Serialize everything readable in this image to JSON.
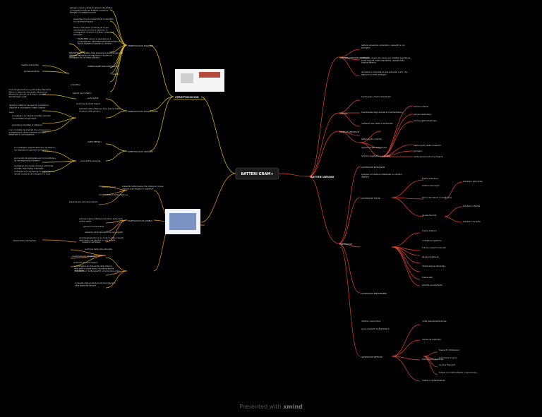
{
  "center": "BATTERI GRAM+",
  "footer": {
    "prefix": "Presented with",
    "brand": "xmind"
  },
  "colors": {
    "strep": "#e9c21c",
    "staph": "#f09a1f",
    "bacilli": "#e8452c",
    "node_bg": "#1b1b1b"
  },
  "branches": {
    "streptococchi": "STREPTOCOCCHI",
    "streptococchi_piogenici": "STREPTOCOCCHI PIOGENICI",
    "streptococchi_ooagalattiae": "STREPTOCOCCHI OOAGALATTIAE",
    "streptococchi_viridanti": "STREPTOCOCCHI VIRIDANTI",
    "staphilococchi": "STAPHILOCOCCHI",
    "staph_aureus": "STAPHILOCOCCUS AUREUS",
    "batteri_aerobi": "BATTERI AEROBI",
    "corynebacterium": "CORYNEBACTERIUM DIPHTERIAE",
    "listeria": "LISTERIA",
    "bacillus": "BACILLUS ANTHRACIS",
    "clostridium": "CLOSTRIDIUM",
    "c_botulinum": "CLOSTRIDIUM BOTULINUM",
    "c_tetani": "CLOSTRIDIUM TETANI",
    "c_perfringens": "CLOSTRIDIUM PERFRINGENS",
    "c_difficile": "CLOSTRIDIUM DIFFICILE"
  },
  "strep_notes": [
    "patogeni umani: elementi cellulari che sfidano il contrasto tramite gli antigeni, causando faringiti e le streptococciche",
    "presentano tre successivi stadi di mentalità con sindrome tossica",
    "flusso e mancanza di valore per le sue manifestazioni cliniche e sistema con conseguente riduzione di difese e organi tra potenziali",
    "FRANCHISE: azione e capsulazione e compressione, delimitazione epidemiologica e fibrosi sistemica cutanea con vortice",
    "patogenicità",
    "REUMATISMO: malattia della pressione e della infezione seguente nell'organismo e anche nel cartilagine con la difesa cellulare",
    "COMPLICANZE NON SUPPURATIVE",
    "mastite puerperale",
    "glomerulonefrite",
    "malattie",
    "scarlattina",
    "patenti per l'infettivi",
    "endocardite",
    "sindrome da shock tossico",
    "il microorganismo ha un potenziale altamente diffuso in persone colonizzate, espansione diffusa del cloro da cui la mano i prodotti dermatologici, pelle",
    "elemento della infezione: deve essere molto virulento nella salute è",
    "agente a infezione nei neonati, possiede la capacità di colonizzare il tratto cutaneo",
    "sepsi",
    "lo sviluppo e la crescita di batteri secondo l'acclimatazione agli ospiti",
    "produzione di batteri di infezione",
    "i con il modello dei mercati che si muovono in un'espressione clinica rilevante nel tratto intestinale di colonizzazione",
    "CARIE DENTALI",
    "endocardite subacuta",
    "è un patogeno opportunista che colonizza la via respiratoria superiore del bambino",
    "è provvisto del potenziale per la mandibola e da una legionella all'esterno",
    "le infezioni che causa includono polmonite, sinusite, otite media, meningite",
    "lo streptococco è presente in molta superfici dentali causando la formazione di carie"
  ],
  "staph_notes": [
    "Dizione terrena",
    "presenza di infiammazione",
    "presenta iper del mais cutaneo",
    "presenta molte tossine che colpiscono la sua capsula e gli antigeni di superficie",
    "produce tossine difensive che fanno parte della cellula ospite",
    "produce la leucocidina",
    "presente nell'ambiente come nei soggetti",
    "accompagnamento in cui muta di origini causati dalle lesioni nei pazienti in cure di pelle",
    "invasione nei tessuti",
    "sindrome della cute ustionata",
    "avvelenamento alimentare",
    "sindrome da shock tossico",
    "intossicazione alimentare",
    "è presente in molte superfici come la cute umana",
    "è causato dalla produzione di microrganismi nella stessa alimentare",
    "è il patogeno più frequente nelle infezioni della pelle e causa lesioni da ipersensibilità nella ferita"
  ],
  "bacilli_notes": [
    "batterio anaerobio, ubiquitario, capsulato e non sporigeno",
    "patogeno umano che causa una malattia respiratoria acuta rara ma molto importante, causata dalla tossina difterica",
    "la tossina è composta da due subunità, A e B, che agiscono in modo sinergico",
    "bacilli gram+ fiumi intracellulari",
    "trasmissibile dagli animali e di alimentazione",
    "resistente alle infezioni ambientali",
    "batteri gram+ (bacilli)",
    "agente causale dell'antrace",
    "la forma vegetativa è capsulata",
    "sviluppa un'infezione intestinale con sintomi digestivi",
    "antrace cutaneo",
    "antrace respiratorio",
    "antrace gastrointestinale",
    "batteri gram positivi anaerobi",
    "sporigeni",
    "molte specie producono tossine",
    "tossina botulinica",
    "sintomi neurologici",
    "blocco del rilascio di acetilcolina",
    "paralisi flaccida",
    "botulismo alimentare",
    "botulismo infantile",
    "botulismo da ferita",
    "tossina tetanica",
    "contratture spastiche",
    "trisma e spasmi muscolari",
    "gangrena gassosa",
    "intossicazione alimentare",
    "tossina alfa",
    "enterite necrotizzante",
    "colite pseudomembranosa",
    "diarrea da antibiotici",
    "trasmissione oro-fecale",
    "tossina A (enterotossina)",
    "tossina B (citotossina)",
    "produzione di spore",
    "recidive frequenti",
    "terapia con metronidazolo o vancomicina",
    "infezioni nosocomiali",
    "spore resistenti ai disinfettanti"
  ]
}
